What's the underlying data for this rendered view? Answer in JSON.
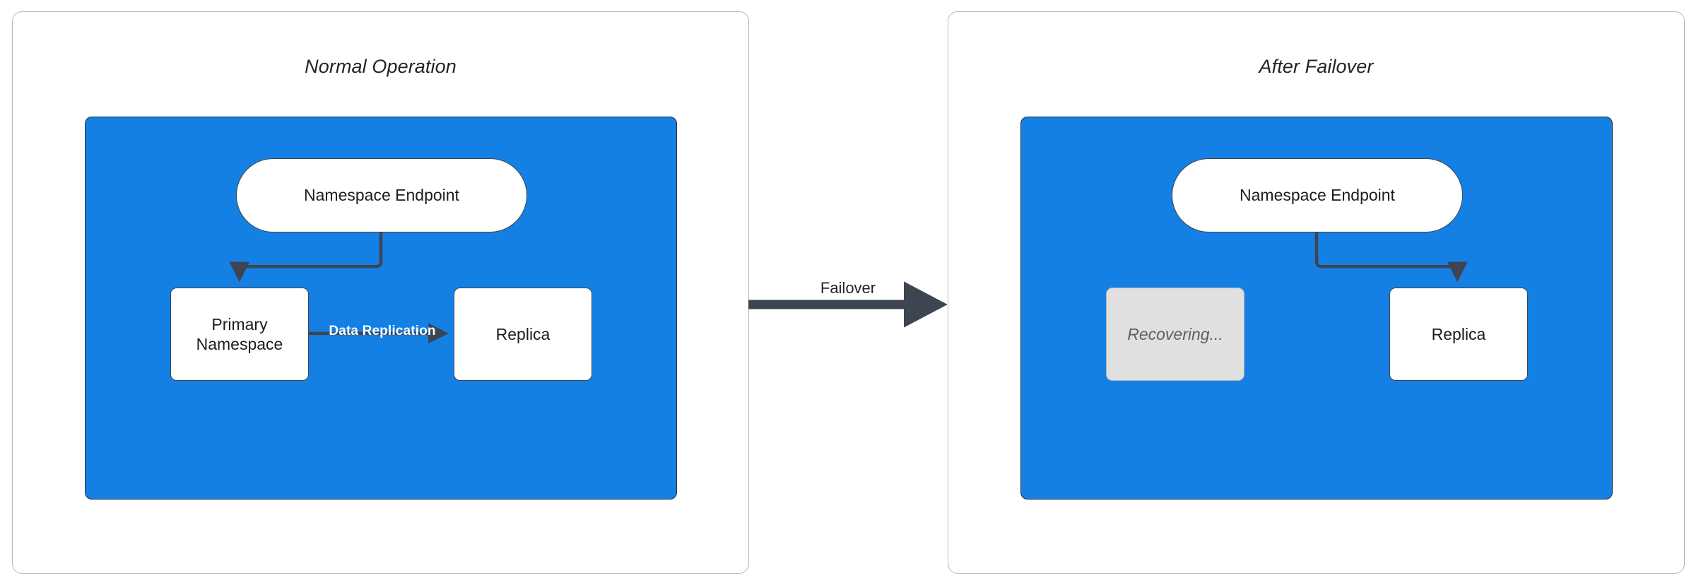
{
  "diagram": {
    "type": "failover-architecture",
    "background": "#ffffff",
    "accent_blue": "#1580e3",
    "line_color": "#3d4452",
    "muted_fill": "#e0e0e0",
    "panels": [
      {
        "id": "normal-operation",
        "title": "Normal Operation",
        "nodes": [
          {
            "id": "endpoint-left",
            "label": "Namespace Endpoint",
            "shape": "capsule",
            "fill": "#ffffff"
          },
          {
            "id": "primary",
            "label": "Primary\nNamespace",
            "shape": "rect",
            "fill": "#ffffff",
            "line1": "Primary",
            "line2": "Namespace"
          },
          {
            "id": "replica-left",
            "label": "Replica",
            "shape": "rect",
            "fill": "#ffffff"
          }
        ],
        "edges": [
          {
            "id": "endpoint-to-primary",
            "from": "endpoint-left",
            "to": "primary",
            "label": "",
            "style": "elbow-arrow"
          },
          {
            "id": "primary-to-replica",
            "from": "primary",
            "to": "replica-left",
            "label": "Data Replication",
            "style": "straight-arrow",
            "label_color": "#ffffff",
            "label_bold": true
          }
        ]
      },
      {
        "id": "after-failover",
        "title": "After Failover",
        "nodes": [
          {
            "id": "endpoint-right",
            "label": "Namespace Endpoint",
            "shape": "capsule",
            "fill": "#ffffff"
          },
          {
            "id": "recovering",
            "label": "Recovering...",
            "shape": "rect",
            "fill": "#e0e0e0",
            "italic": true
          },
          {
            "id": "replica-right",
            "label": "Replica",
            "shape": "rect",
            "fill": "#ffffff"
          }
        ],
        "edges": [
          {
            "id": "endpoint-to-replica",
            "from": "endpoint-right",
            "to": "replica-right",
            "label": "",
            "style": "elbow-arrow"
          }
        ]
      }
    ],
    "transition": {
      "id": "failover-transition",
      "label": "Failover",
      "from_panel": "normal-operation",
      "to_panel": "after-failover",
      "style": "thick-arrow",
      "color": "#3d4452"
    }
  }
}
